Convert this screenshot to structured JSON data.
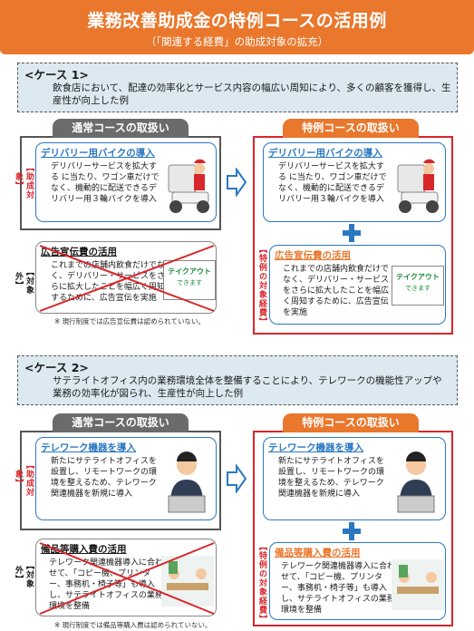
{
  "header": {
    "title": "業務改善助成金の特例コースの活用例",
    "subtitle": "（「関連する経費」の助成対象の拡充）"
  },
  "case1": {
    "title": "<ケース 1>",
    "description": "飲食店において、配達の効率化とサービス内容の幅広い周知により、多くの顧客を獲得し、生産性が向上した例",
    "normal_header": "通常コースの取扱い",
    "special_header": "特例コースの取扱い",
    "tag_eligible": "【助成対象】",
    "tag_excluded": "【対象外】",
    "tag_special": "【特例の対象経費】",
    "card1_title": "デリバリー用バイクの導入",
    "card1_body": "デリバリーサービスを拡大する に当たり、ワゴン車だけでなく、機動的に配送できるデリバリー用３輪バイクを導入",
    "card2_title": "広告宣伝費の活用",
    "card2_body": "これまでの店舗内飲食だけでなく、デリバリー・サービスをさらに拡大したことを幅広く周知するために、広告宣伝を実施",
    "takeout_line1": "テイクアウト",
    "takeout_line2": "できます",
    "note": "※ 現行制度では広告宣伝費は認められていない。"
  },
  "case2": {
    "title": "<ケース 2>",
    "description": "サテライトオフィス内の業務環境全体を整備することにより、テレワークの機能性アップや業務の効率化が図られ、生産性が向上した例",
    "normal_header": "通常コースの取扱い",
    "special_header": "特例コースの取扱い",
    "tag_eligible": "【助成対象】",
    "tag_excluded": "【対象外】",
    "tag_special": "【特例の対象経費】",
    "card1_title": "テレワーク機器を導入",
    "card1_body": "新たにサテライトオフィスを設置し、リモートワークの環境を整えるため、テレワーク関連機器を新規に導入",
    "card2_title": "備品等購入費の活用",
    "card2_body": "テレワーク関連機器導入に合わせて、「コピー機、プリンター、事務机・椅子等」も導入し、サテライトオフィスの業務環境を整備",
    "note": "※ 現行制度では備品等購入費は認められていない。"
  }
}
